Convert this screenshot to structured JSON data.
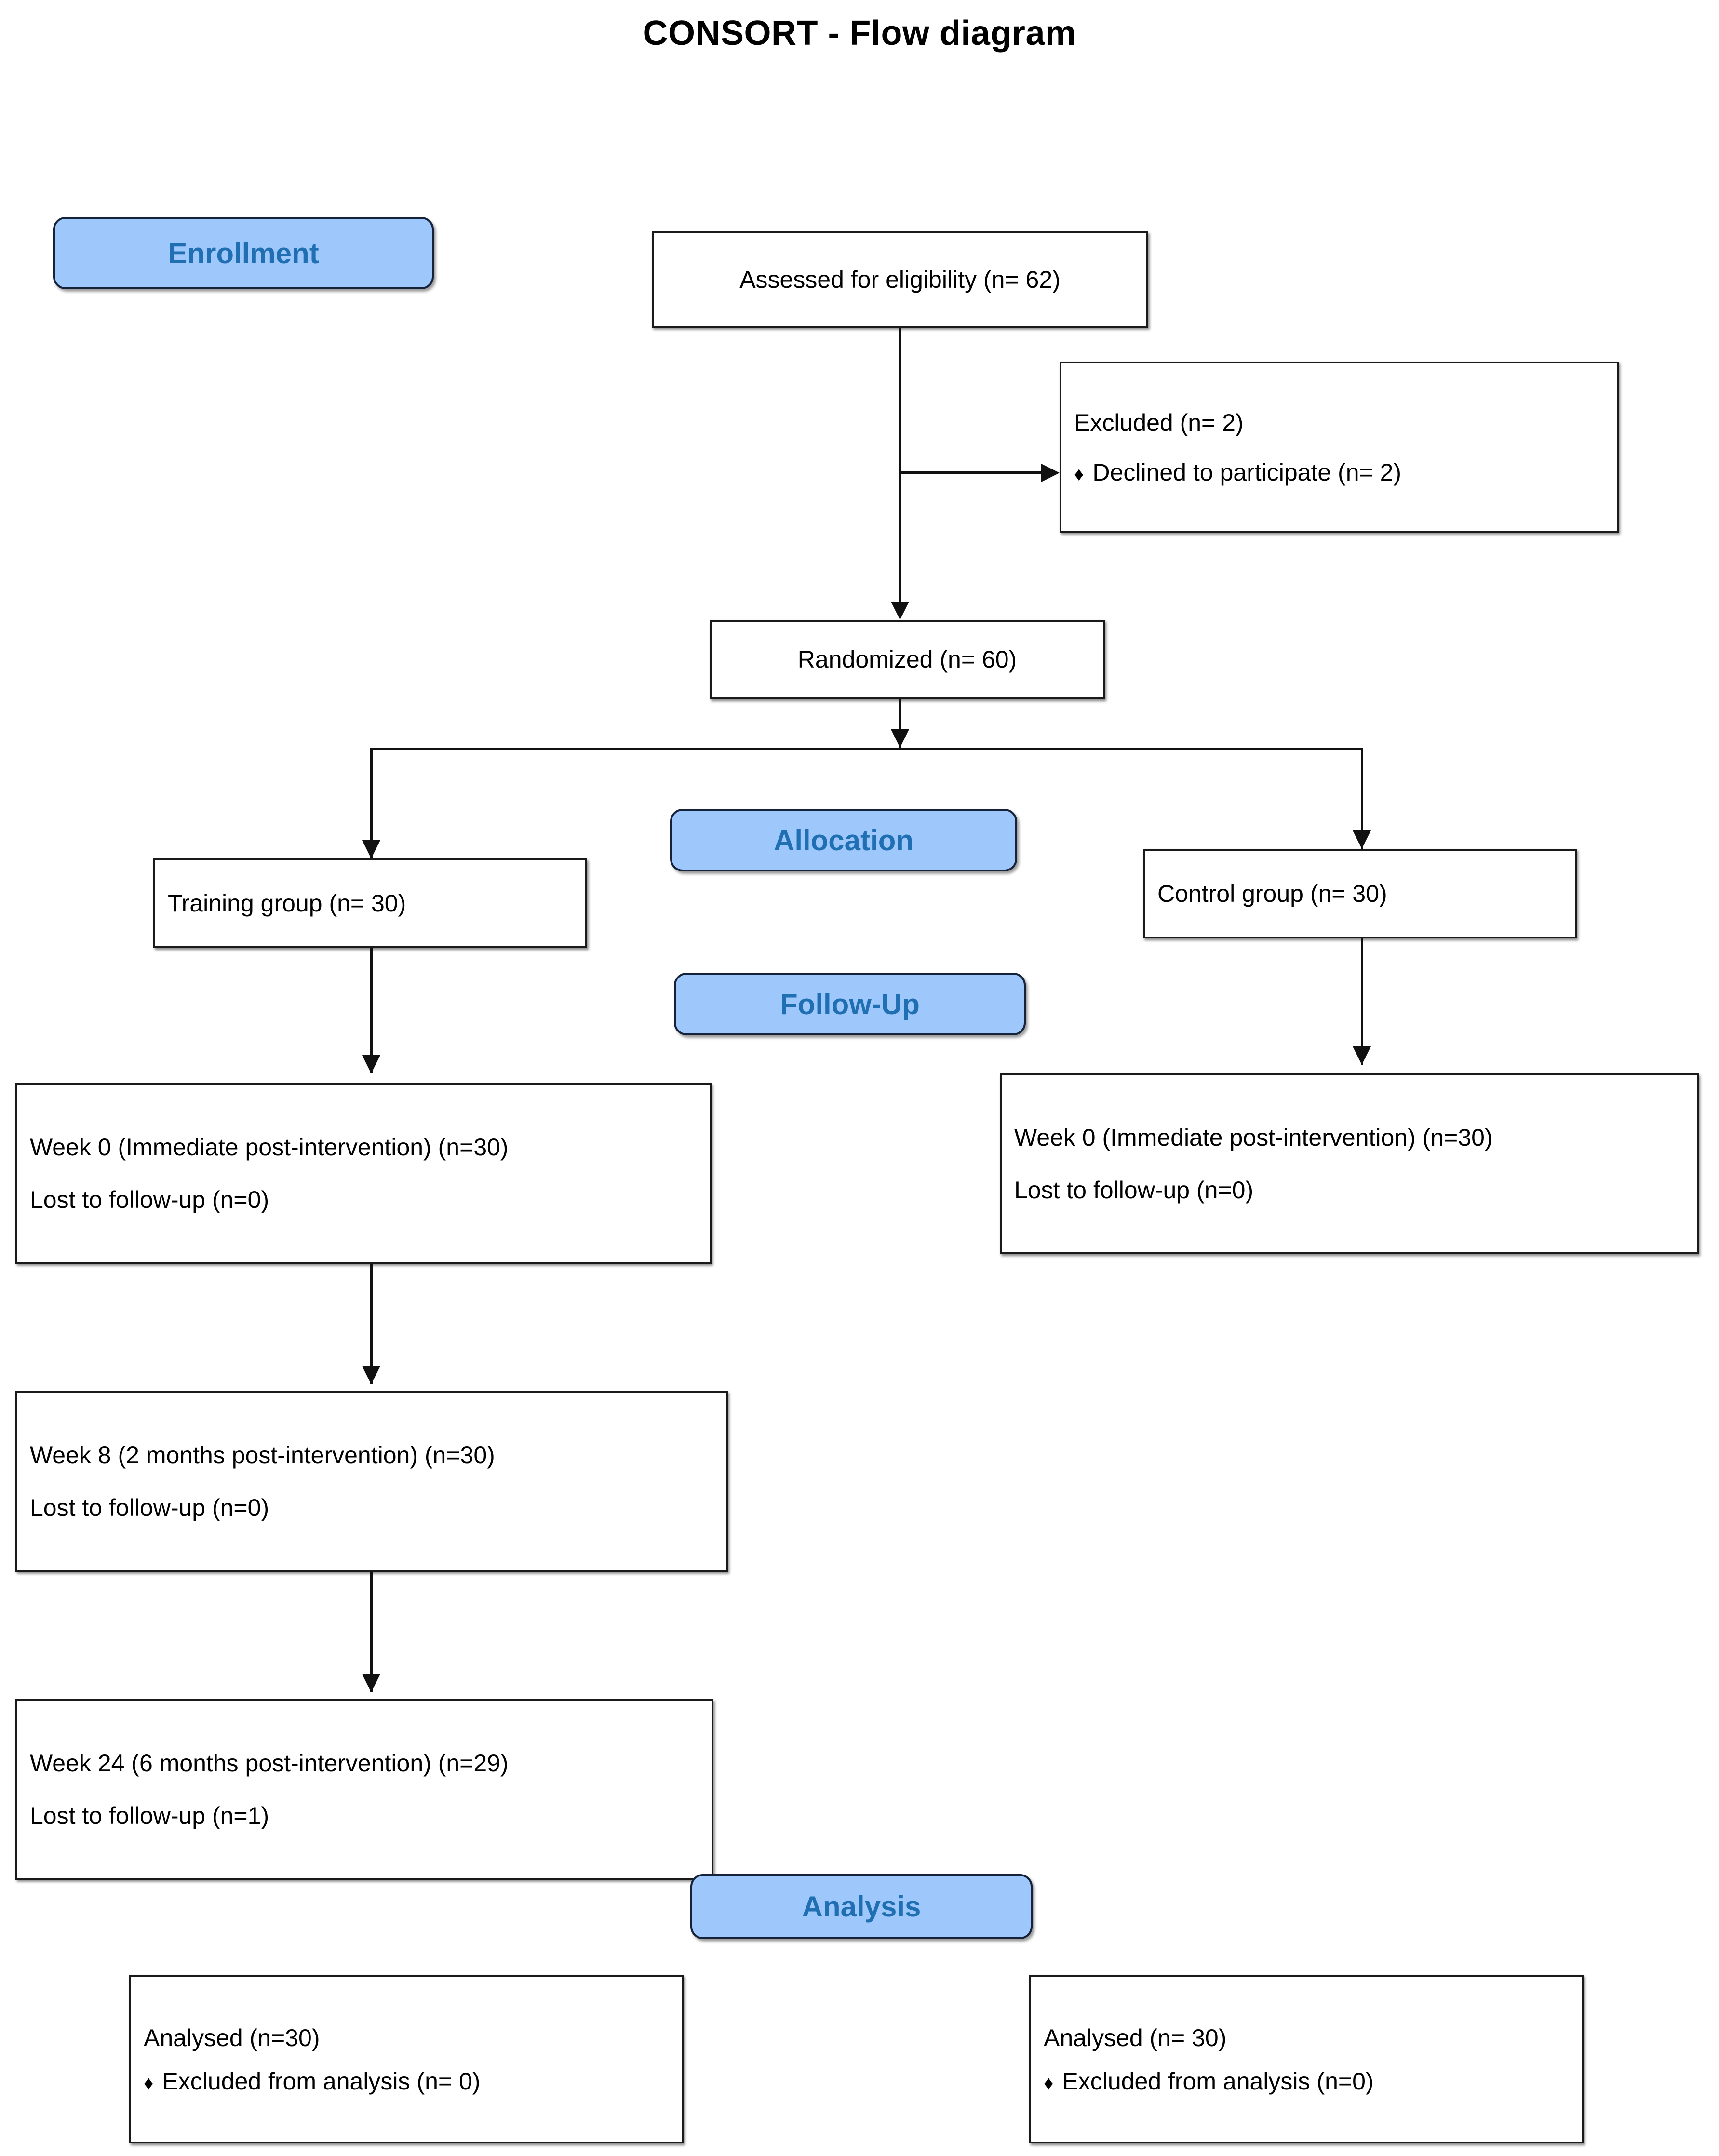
{
  "title": "CONSORT - Flow diagram",
  "colors": {
    "badge_fill": "#9ec7fb",
    "badge_border": "#16213a",
    "badge_text": "#1f6fb2",
    "box_border": "#1a1a1a",
    "connector": "#111111",
    "page_background": "#ffffff"
  },
  "stages": {
    "enrollment": "Enrollment",
    "allocation": "Allocation",
    "followup": "Follow-Up",
    "analysis": "Analysis"
  },
  "boxes": {
    "assessed": {
      "line1": "Assessed for eligibility (n= 62)"
    },
    "excluded": {
      "line1": "Excluded (n= 2)",
      "bullet1": "Declined to participate (n= 2)",
      "bullet_glyph": "♦"
    },
    "randomized": {
      "line1": "Randomized (n= 60)"
    },
    "training_group": {
      "line1": "Training group (n= 30)"
    },
    "control_group": {
      "line1": "Control group (n= 30)"
    },
    "training_week0": {
      "line1": "Week 0 (Immediate post-intervention) (n=30)",
      "line2": "Lost to follow-up (n=0)"
    },
    "control_week0": {
      "line1": "Week 0 (Immediate post-intervention) (n=30)",
      "line2": "Lost to follow-up (n=0)"
    },
    "training_week8": {
      "line1": "Week 8 (2 months post-intervention) (n=30)",
      "line2": "Lost to follow-up (n=0)"
    },
    "training_week24": {
      "line1": "Week 24 (6 months post-intervention) (n=29)",
      "line2": "Lost to follow-up (n=1)"
    },
    "analysed_left": {
      "line1": "Analysed (n=30)",
      "bullet1": "Excluded from analysis (n= 0)",
      "bullet_glyph": "♦"
    },
    "analysed_right": {
      "line1": "Analysed (n= 30)",
      "bullet1": "Excluded from analysis (n=0)",
      "bullet_glyph": "♦"
    }
  }
}
